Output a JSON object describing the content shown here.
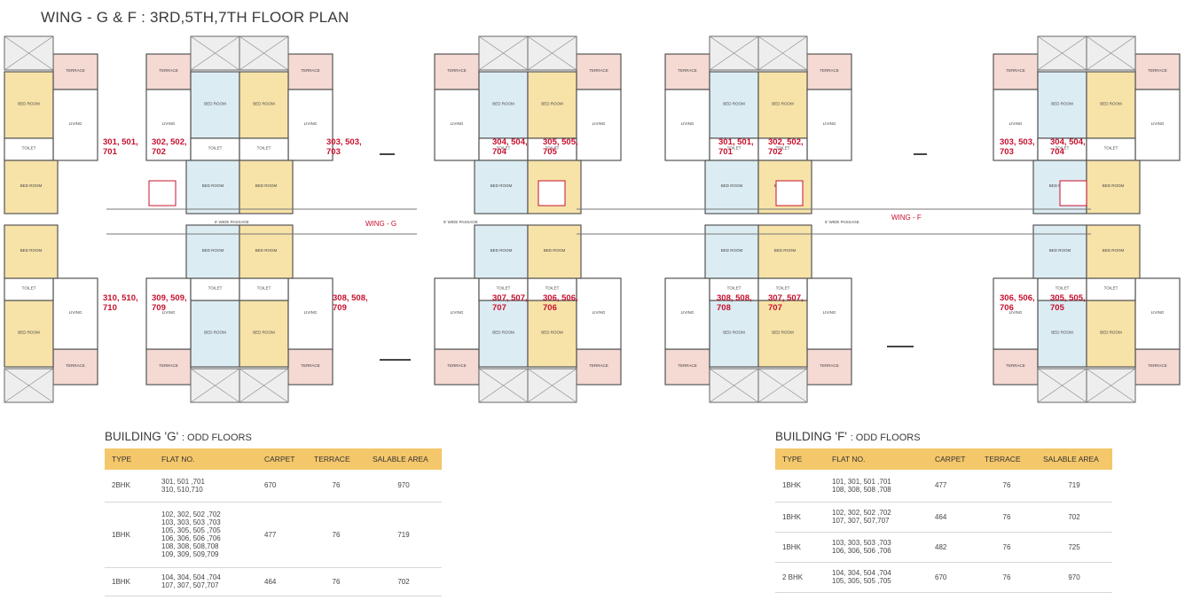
{
  "title": "WING - G & F : 3RD,5TH,7TH FLOOR PLAN",
  "wing_labels": [
    "WING - G",
    "WING - F"
  ],
  "passage_label": "5' WIDE PASSAGE",
  "flat_numbers": {
    "g_tl": "301, 501,\n701",
    "g_tc": "302, 502,\n702",
    "g_tr": "303, 503,\n703",
    "g_tr2": "304, 504,\n704",
    "g_tr3": "305, 505,\n705",
    "g_bl": "310, 510,\n710",
    "g_bc": "309, 509,\n709",
    "g_br": "308, 508,\n709",
    "g_br2": "307, 507,\n707",
    "g_br3": "306, 506,\n706",
    "f_tl": "301, 501,\n701",
    "f_tc": "302, 502,\n702",
    "f_tr": "303, 503,\n703",
    "f_tr2": "304, 504,\n704",
    "f_bl": "308, 508,\n708",
    "f_bc": "307, 507,\n707",
    "f_br": "306, 506,\n706",
    "f_br2": "305, 505,\n705"
  },
  "building_g": {
    "heading_main": "BUILDING 'G'",
    "heading_sub": ": ODD FLOORS",
    "columns": [
      "TYPE",
      "FLAT NO.",
      "CARPET",
      "TERRACE",
      "SALABLE AREA"
    ],
    "rows": [
      {
        "type": "2BHK",
        "flats": [
          "301, 501 ,701",
          "310, 510,710"
        ],
        "carpet": "670",
        "terrace": "76",
        "salable": "970"
      },
      {
        "type": "1BHK",
        "flats": [
          "102, 302, 502 ,702",
          "103, 303, 503 ,703",
          "105, 305, 505 ,705",
          "106, 306, 506 ,706",
          "108, 308, 508,708",
          "109, 309, 509,709"
        ],
        "carpet": "477",
        "terrace": "76",
        "salable": "719"
      },
      {
        "type": "1BHK",
        "flats": [
          "104, 304, 504 ,704",
          "107, 307, 507,707"
        ],
        "carpet": "464",
        "terrace": "76",
        "salable": "702"
      }
    ]
  },
  "building_f": {
    "heading_main": "BUILDING 'F'",
    "heading_sub": ": ODD FLOORS",
    "columns": [
      "TYPE",
      "FLAT NO.",
      "CARPET",
      "TERRACE",
      "SALABLE AREA"
    ],
    "rows": [
      {
        "type": "1BHK",
        "flats": [
          "101, 301, 501 ,701",
          "108, 308, 508 ,708"
        ],
        "carpet": "477",
        "terrace": "76",
        "salable": "719"
      },
      {
        "type": "1BHK",
        "flats": [
          "102, 302, 502 ,702",
          "107, 307, 507,707"
        ],
        "carpet": "464",
        "terrace": "76",
        "salable": "702"
      },
      {
        "type": "1BHK",
        "flats": [
          "103, 303, 503 ,703",
          "106, 306, 506 ,706"
        ],
        "carpet": "482",
        "terrace": "76",
        "salable": "725"
      },
      {
        "type": "2 BHK",
        "flats": [
          "104, 304, 504 ,704",
          "105, 305, 505 ,705"
        ],
        "carpet": "670",
        "terrace": "76",
        "salable": "970"
      }
    ]
  },
  "colors": {
    "bedroom": "#f7e3a8",
    "bedroom_blue": "#dcecf3",
    "terrace": "#f5d9d3",
    "wall": "#555555",
    "flat_no": "#c8102e",
    "table_header": "#f4c76a"
  }
}
